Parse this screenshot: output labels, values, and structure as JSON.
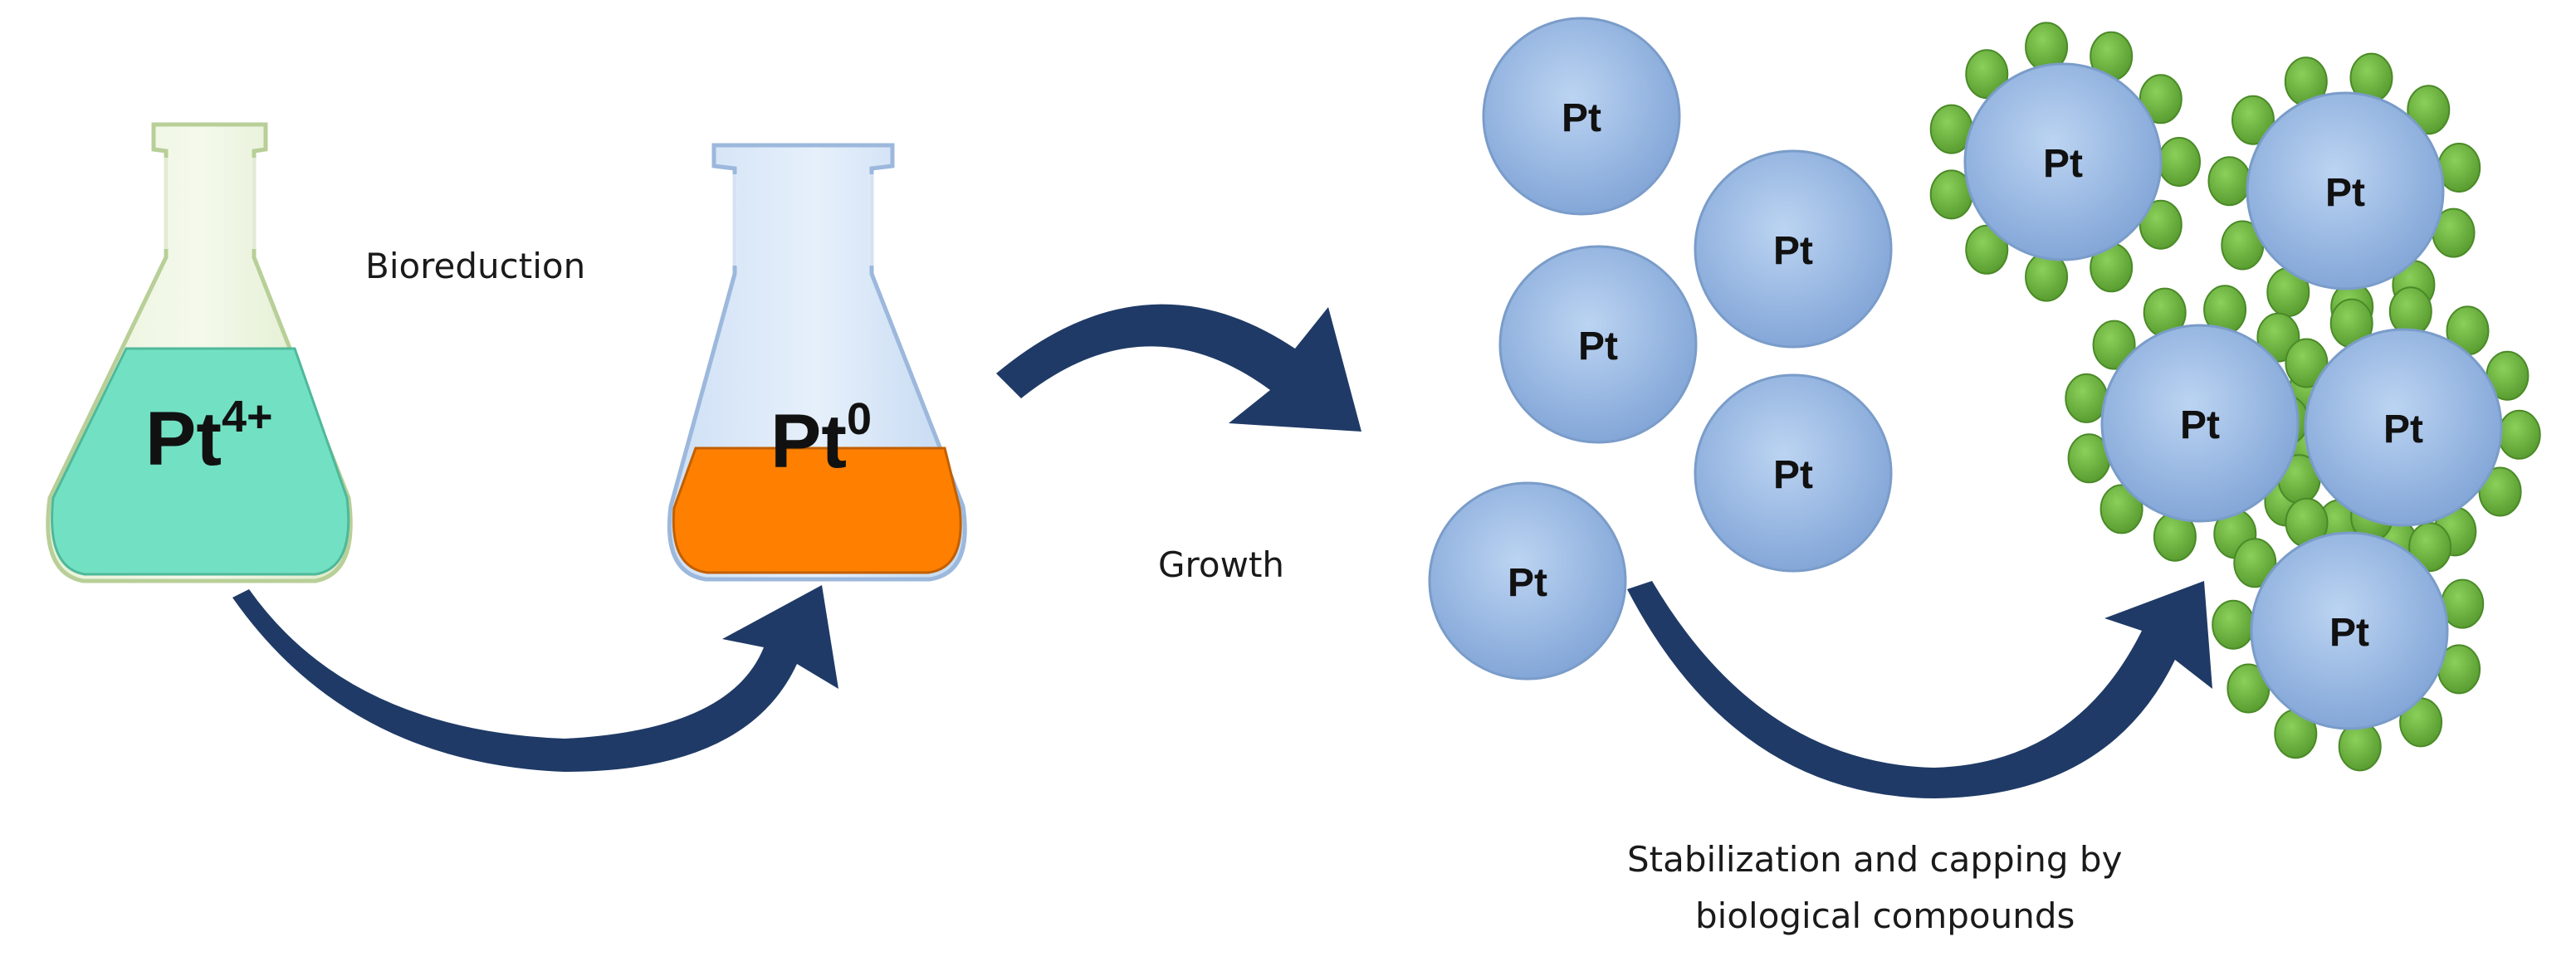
{
  "labels": {
    "step1": "Bioreduction",
    "step2": "Growth",
    "step3_line1": "Stabilization and capping by",
    "step3_line2": "biological compounds"
  },
  "flasks": [
    {
      "main": "Pt",
      "superscript": "4+",
      "liquid_color": "#72e0c3"
    },
    {
      "main": "Pt",
      "superscript": "0",
      "liquid_color": "#ff8000"
    }
  ],
  "particle_label": "Pt",
  "colors": {
    "arrow": "#1f3a66",
    "particle": "#9dbde6",
    "capping": "#6cb043"
  }
}
